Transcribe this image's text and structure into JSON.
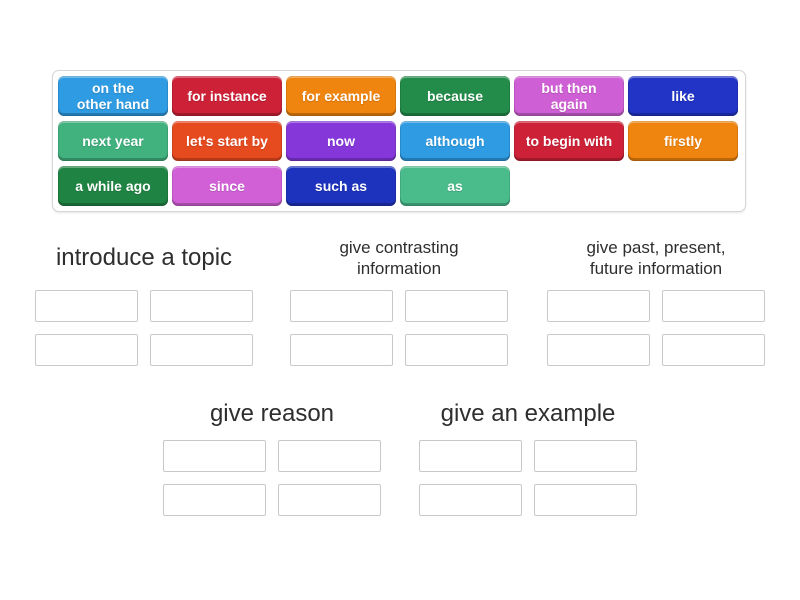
{
  "colors": {
    "page_bg": "#ffffff",
    "tray_border": "#d6d6d6",
    "slot_border": "#c9c9c9",
    "heading_text": "#2e2e2e",
    "tile_text": "#ffffff"
  },
  "tray": {
    "tiles": [
      {
        "label": "on the\nother hand",
        "color": "#2e9be2"
      },
      {
        "label": "for instance",
        "color": "#cd2137"
      },
      {
        "label": "for example",
        "color": "#ef840e"
      },
      {
        "label": "because",
        "color": "#238c4a"
      },
      {
        "label": "but then\nagain",
        "color": "#cf5fd4"
      },
      {
        "label": "like",
        "color": "#2134c6"
      },
      {
        "label": "next year",
        "color": "#41b17e"
      },
      {
        "label": "let's start by",
        "color": "#e64a1f"
      },
      {
        "label": "now",
        "color": "#8537da"
      },
      {
        "label": "although",
        "color": "#2e9be2"
      },
      {
        "label": "to begin with",
        "color": "#cd2137"
      },
      {
        "label": "firstly",
        "color": "#ef840e"
      },
      {
        "label": "a while ago",
        "color": "#1f8443"
      },
      {
        "label": "since",
        "color": "#d160d6"
      },
      {
        "label": "such as",
        "color": "#1d33bd"
      },
      {
        "label": "as",
        "color": "#4abc8c"
      }
    ]
  },
  "groups": [
    {
      "title": "introduce a topic"
    },
    {
      "title": "give contrasting information"
    },
    {
      "title": "give past, present, future information"
    },
    {
      "title": "give reason"
    },
    {
      "title": "give an example"
    }
  ]
}
